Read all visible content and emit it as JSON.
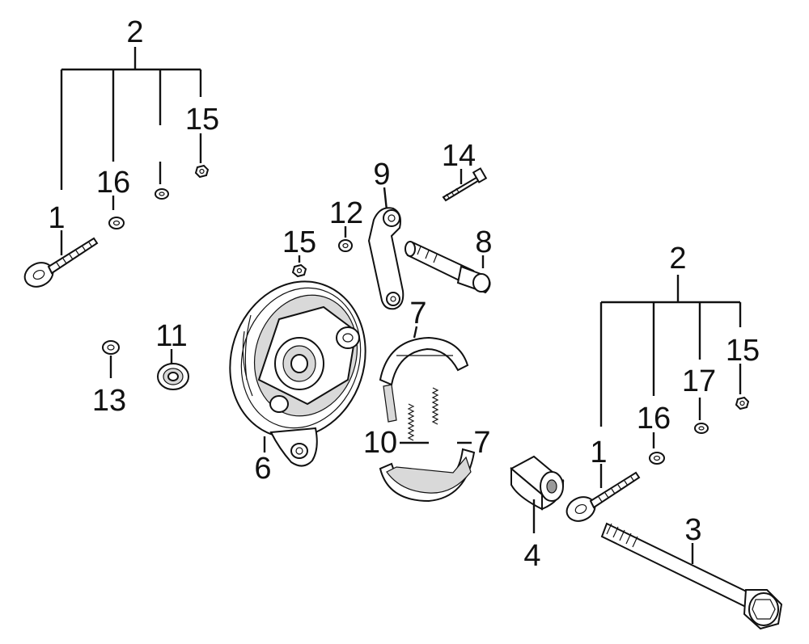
{
  "callouts": {
    "top_left": {
      "group": "2",
      "adjuster_bolt": "1",
      "washer": "16",
      "nut": "15"
    },
    "right": {
      "group": "2",
      "adjuster_bolt": "1",
      "washer": "16",
      "lock_nut": "17",
      "nut": "15"
    },
    "axle": "3",
    "spacer": "4",
    "brake_panel": "6",
    "shoe_upper": "7",
    "shoe_lower": "7",
    "cam": "8",
    "arm": "9",
    "springs": "10",
    "seal": "11",
    "washer_12": "12",
    "washer_13": "13",
    "bolt_14": "14",
    "nut_panel": "15"
  }
}
